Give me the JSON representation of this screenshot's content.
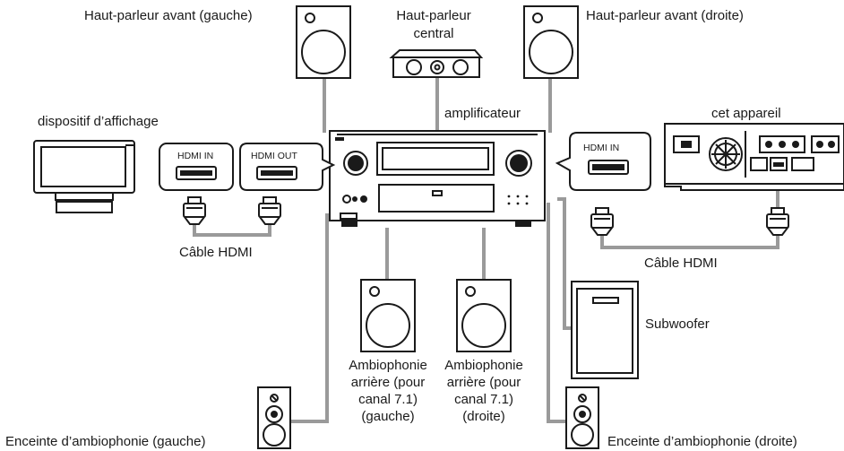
{
  "labels": {
    "front_left": "Haut-parleur avant (gauche)",
    "center_line1": "Haut-parleur",
    "center_line2": "central",
    "front_right": "Haut-parleur avant (droite)",
    "display": "dispositif d’affichage",
    "amplifier": "amplificateur",
    "this_unit": "cet appareil",
    "hdmi_in": "HDMI IN",
    "hdmi_out": "HDMI OUT",
    "hdmi_in_right": "HDMI IN",
    "hdmi_cable_left": "Câble HDMI",
    "hdmi_cable_right": "Câble HDMI",
    "subwoofer": "Subwoofer",
    "rear_left": [
      "Ambiophonie",
      "arrière (pour",
      "canal 7.1)",
      "(gauche)"
    ],
    "rear_right": [
      "Ambiophonie",
      "arrière (pour",
      "canal 7.1)",
      "(droite)"
    ],
    "surround_left": "Enceinte d’ambiophonie (gauche)",
    "surround_right": "Enceinte d’ambiophonie (droite)"
  }
}
